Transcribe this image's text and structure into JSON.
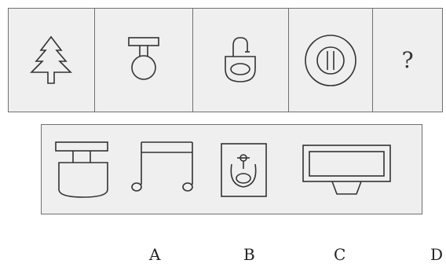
{
  "question_row": {
    "figures": [
      {
        "icon": "pine-tree-icon"
      },
      {
        "icon": "bulb-under-bar-icon"
      },
      {
        "icon": "faucet-bowl-icon"
      },
      {
        "icon": "double-circle-icon"
      },
      {
        "icon": "question-mark-icon"
      }
    ],
    "missing_symbol": "?"
  },
  "option_row": {
    "figures": [
      {
        "icon": "bar-over-bowl-icon"
      },
      {
        "icon": "music-note-icon"
      },
      {
        "icon": "framed-sink-icon"
      },
      {
        "icon": "double-rectangle-tray-icon"
      }
    ]
  },
  "option_labels": [
    "A",
    "B",
    "C",
    "D"
  ]
}
